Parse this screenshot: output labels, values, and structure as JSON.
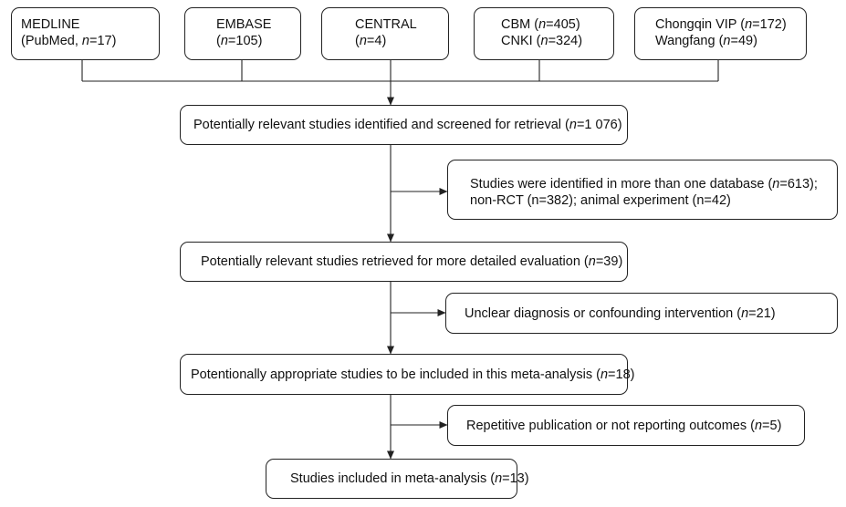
{
  "sources": [
    {
      "lines": [
        {
          "text": "MEDLINE"
        },
        {
          "before": "(PubMed, ",
          "n": "n",
          "after": "=17)"
        }
      ]
    },
    {
      "lines": [
        {
          "text": "EMBASE"
        },
        {
          "before": "(",
          "n": "n",
          "after": "=105)"
        }
      ]
    },
    {
      "lines": [
        {
          "text": "CENTRAL"
        },
        {
          "before": "(",
          "n": "n",
          "after": "=4)"
        }
      ]
    },
    {
      "lines": [
        {
          "before": "CBM (",
          "n": "n",
          "after": "=405)"
        },
        {
          "before": "CNKI (",
          "n": "n",
          "after": "=324)"
        }
      ]
    },
    {
      "lines": [
        {
          "before": "Chongqin VIP (",
          "n": "n",
          "after": "=172)"
        },
        {
          "before": "Wangfang (",
          "n": "n",
          "after": "=49)"
        }
      ]
    }
  ],
  "steps": [
    {
      "before": "Potentially relevant studies identified and screened for retrieval (",
      "n": "n",
      "after": "=1 076)"
    },
    {
      "before": "Potentially relevant studies retrieved for more detailed evaluation (",
      "n": "n",
      "after": "=39)"
    },
    {
      "before": "Potentionally appropriate studies to be included in this meta-analysis (",
      "n": "n",
      "after": "=18)"
    },
    {
      "before": "Studies included in meta-analysis (",
      "n": "n",
      "after": "=13)"
    }
  ],
  "exclusions": [
    {
      "lines": [
        {
          "before": "Studies were identified in more than one database (",
          "n": "n",
          "after": "=613);"
        },
        {
          "text": "non-RCT (n=382); animal experiment (n=42)"
        }
      ]
    },
    {
      "lines": [
        {
          "before": "Unclear diagnosis or confounding intervention (",
          "n": "n",
          "after": "=21)"
        }
      ]
    },
    {
      "lines": [
        {
          "before": "Repetitive publication or not reporting outcomes (",
          "n": "n",
          "after": "=5)"
        }
      ]
    }
  ]
}
